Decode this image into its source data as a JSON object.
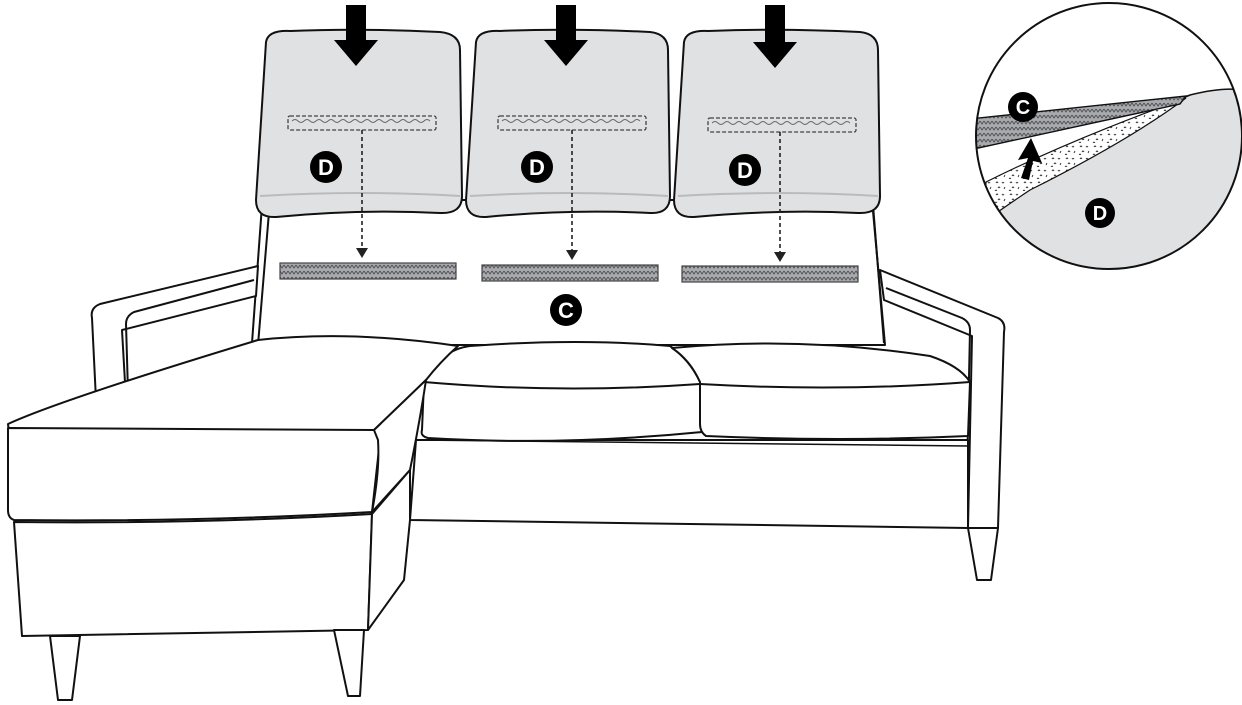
{
  "colors": {
    "line": "#111111",
    "cushion_fill": "#dfe1e2",
    "cushion_shadow": "#cbced0",
    "velcro_fill": "#a8aaad",
    "velcro_dark": "#5f6164",
    "marker_fill": "#000000",
    "marker_text": "#ffffff"
  },
  "labels": {
    "cushion_marker": "D",
    "velcro_marker": "C"
  },
  "detail": {
    "velcro_marker": "C",
    "cushion_marker": "D"
  },
  "icons": {
    "press_arrow": "down-arrow-icon",
    "attach_arrow": "up-arrow-icon",
    "placement_arrow": "dashed-arrow-icon"
  }
}
